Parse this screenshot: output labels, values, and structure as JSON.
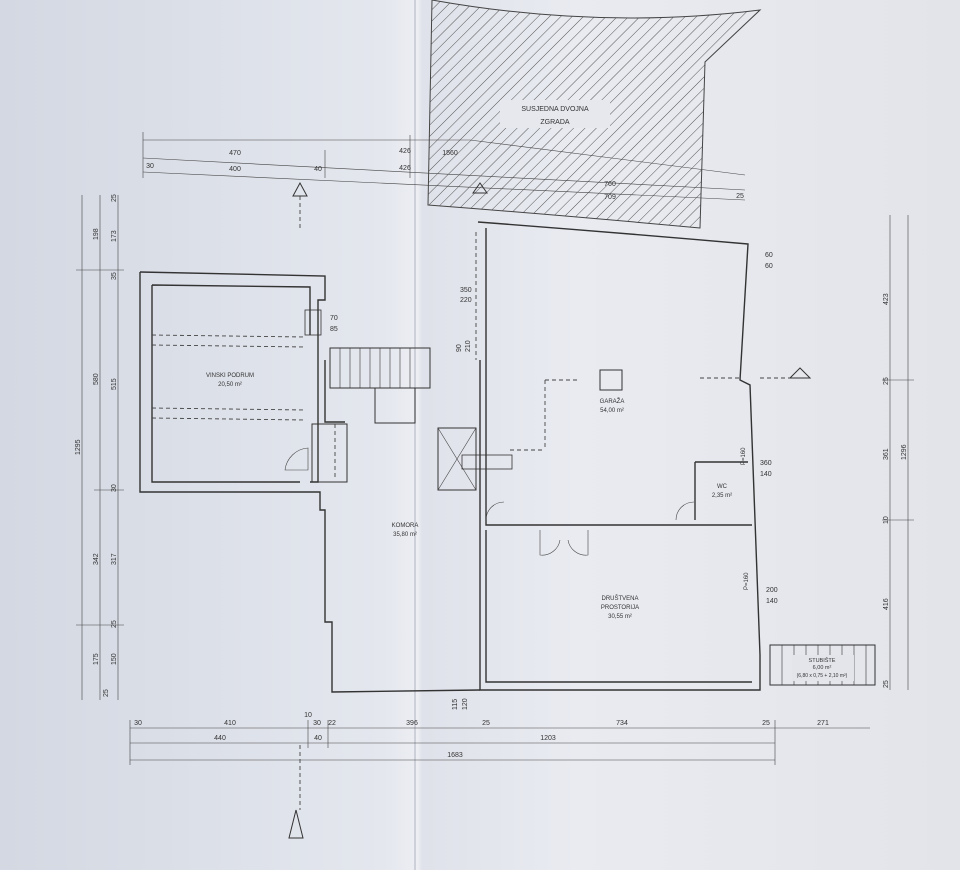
{
  "neighbor": {
    "line1": "SUSJEDNA DVOJNA",
    "line2": "ZGRADA"
  },
  "rooms": {
    "wine_cellar": {
      "name": "VINSKI PODRUM",
      "area": "20,50 m²"
    },
    "storage": {
      "name": "KOMORA",
      "area": "35,80 m²"
    },
    "garage": {
      "name": "GARAŽA",
      "area": "54,00 m²"
    },
    "wc": {
      "name": "WC",
      "area": "2,35 m²"
    },
    "social_room": {
      "name": "DRUŠTVENA",
      "name2": "PROSTORIJA",
      "area": "30,55 m²"
    },
    "stairs": {
      "name": "STUBIŠTE",
      "area": "6,00 m²",
      "formula": "(6,80 x 0,75 + 2,10 m²)"
    }
  },
  "top_dims": {
    "row1": [
      "470",
      "426",
      "1560"
    ],
    "row2": [
      "30",
      "400",
      "40",
      "426"
    ],
    "row_right": [
      "760",
      "709",
      "25"
    ]
  },
  "bottom_dims": {
    "row1": [
      "30",
      "410",
      "10",
      "30",
      "22",
      "396",
      "25",
      "734",
      "25",
      "271"
    ],
    "row2": [
      "440",
      "40",
      "1203"
    ],
    "row3": [
      "1683"
    ]
  },
  "left_dims": [
    "25",
    "173",
    "198",
    "35",
    "515",
    "580",
    "1295",
    "30",
    "317",
    "342",
    "25",
    "150",
    "175",
    "25"
  ],
  "right_dims": [
    "423",
    "25",
    "361",
    "10",
    "1296",
    "416",
    "25"
  ],
  "openings": {
    "w1": [
      "70",
      "85"
    ],
    "w2": [
      "60",
      "60"
    ],
    "w3": [
      "360",
      "140"
    ],
    "w4": [
      "200",
      "140"
    ],
    "w5": [
      "350",
      "220"
    ],
    "w6": [
      "90",
      "210"
    ],
    "w7": [
      "115",
      "120"
    ],
    "p1": "P=160",
    "p2": "P=160"
  }
}
